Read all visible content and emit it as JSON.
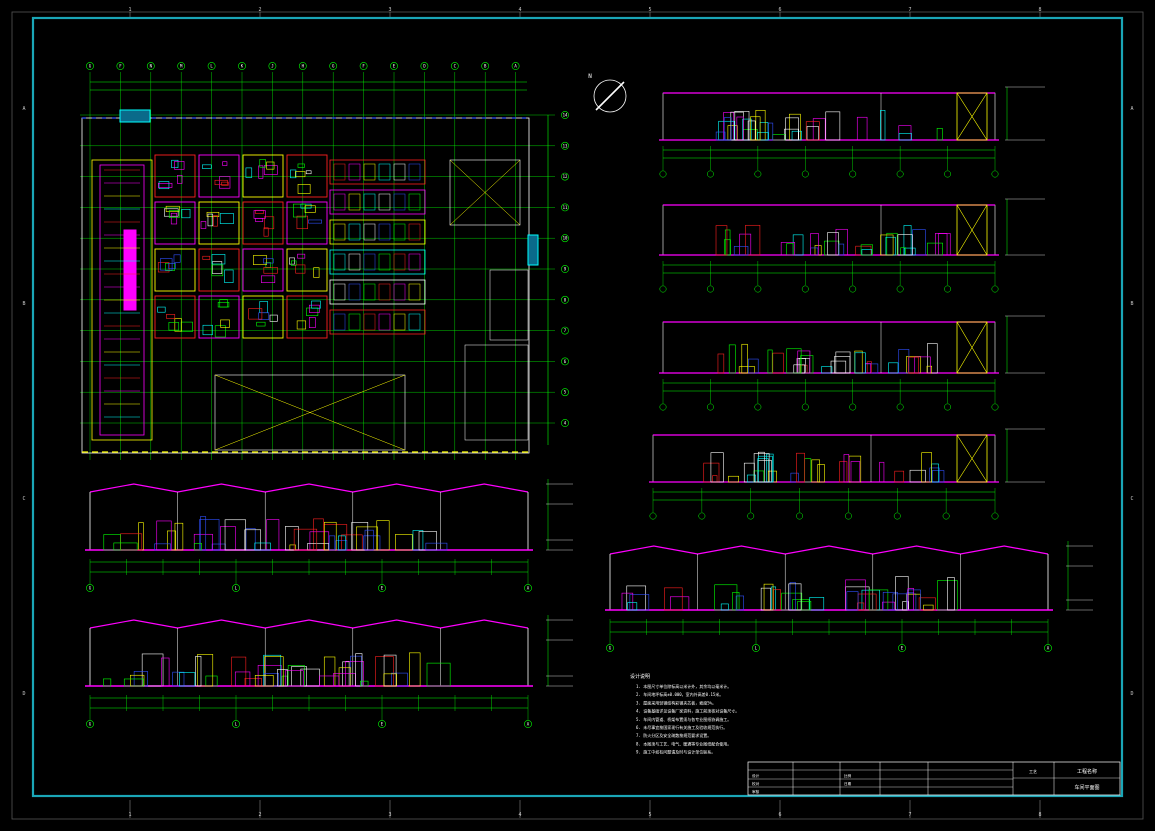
{
  "sheet": {
    "frame_color": "#1aa6b7",
    "edge_marks_horizontal": [
      "1",
      "2",
      "3",
      "4",
      "5",
      "6",
      "7",
      "8"
    ],
    "edge_marks_vertical": [
      "A",
      "B",
      "C",
      "D"
    ]
  },
  "colors": {
    "grid": "#00ff00",
    "wall": "#ff00ff",
    "equipment_red": "#ff2020",
    "equipment_yellow": "#ffff00",
    "equipment_blue": "#3050ff",
    "cyan": "#00ffff",
    "white": "#ffffff"
  },
  "plan": {
    "column_axes": [
      "G",
      "F",
      "N",
      "M",
      "L",
      "K",
      "J",
      "H",
      "G",
      "F",
      "E",
      "D",
      "C",
      "B",
      "A"
    ],
    "row_axes": [
      "14",
      "13",
      "12",
      "11",
      "10",
      "9",
      "8",
      "7",
      "6",
      "5",
      "4"
    ],
    "north_label": "N"
  },
  "sections": {
    "lower_axes_1": [
      "G",
      "L",
      "E",
      "A"
    ],
    "lower_axes_2": [
      "G",
      "L",
      "E",
      "A"
    ],
    "right_axes": [
      "G",
      "L",
      "E",
      "A"
    ]
  },
  "notes": {
    "heading": "设计说明",
    "lines": [
      "1. 本图尺寸单位除标高以米计外，其余均以毫米计。",
      "2. 车间地坪标高±0.000，室内外高差0.15米。",
      "3. 屋面采用轻钢结构彩钢夹芯板，坡度5%。",
      "4. 设备基础详见设备厂家资料，施工前须核对设备尺寸。",
      "5. 车间内管道、桥架布置须与各专业图纸协调施工。",
      "6. 未尽事宜按国家现行有关施工及验收规范执行。",
      "7. 防火分区及安全疏散按规范要求设置。",
      "8. 本图须与工艺、电气、暖通等专业图纸配合使用。",
      "9. 施工中如有问题请及时与设计单位联系。"
    ]
  },
  "title_block": {
    "project": "工程名称",
    "drawing_name": "车间平面图",
    "drawing_no": "工艺",
    "scale_label": "比例",
    "date_label": "日期",
    "design_label": "设计",
    "check_label": "校对",
    "approve_label": "审核"
  }
}
